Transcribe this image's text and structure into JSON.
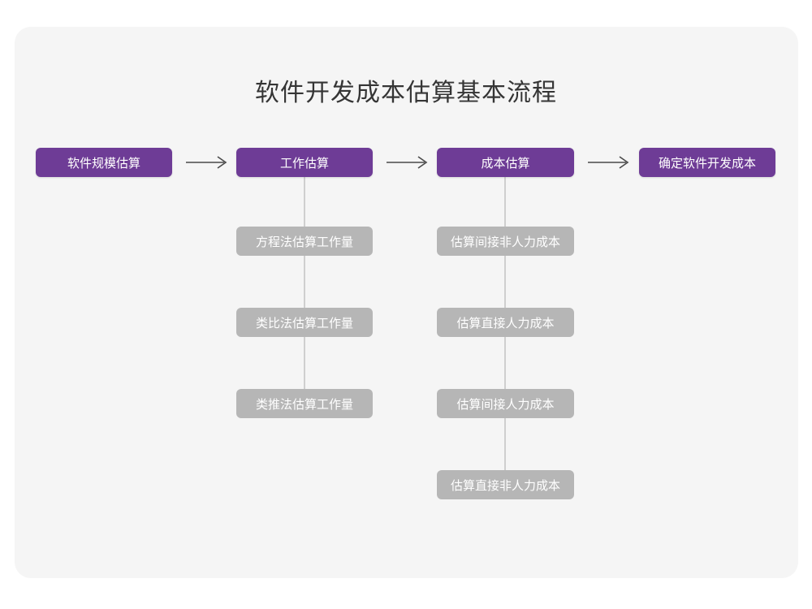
{
  "page": {
    "title": "软件开发成本估算基本流程",
    "card_bg": "#f5f5f5",
    "canvas_bg": "#ffffff"
  },
  "colors": {
    "primary": "#6e3c96",
    "secondary": "#b6b6b6",
    "connector": "#cfcfcf",
    "title_text": "#353535",
    "node_text": "#ffffff",
    "arrow": "#4a4a4a"
  },
  "flow": {
    "steps": [
      {
        "id": "step-1",
        "label": "软件规模估算",
        "substeps": []
      },
      {
        "id": "step-2",
        "label": "工作估算",
        "substeps": [
          {
            "id": "sub-2-1",
            "label": "方程法估算工作量"
          },
          {
            "id": "sub-2-2",
            "label": "类比法估算工作量"
          },
          {
            "id": "sub-2-3",
            "label": "类推法估算工作量"
          }
        ]
      },
      {
        "id": "step-3",
        "label": "成本估算",
        "substeps": [
          {
            "id": "sub-3-1",
            "label": "估算间接非人力成本"
          },
          {
            "id": "sub-3-2",
            "label": "估算直接人力成本"
          },
          {
            "id": "sub-3-3",
            "label": "估算间接人力成本"
          },
          {
            "id": "sub-3-4",
            "label": "估算直接非人力成本"
          }
        ]
      },
      {
        "id": "step-4",
        "label": "确定软件开发成本",
        "substeps": []
      }
    ],
    "arrows": [
      {
        "id": "arrow-1",
        "glyph": "right-arrow"
      },
      {
        "id": "arrow-2",
        "glyph": "right-arrow"
      },
      {
        "id": "arrow-3",
        "glyph": "right-arrow"
      }
    ]
  }
}
